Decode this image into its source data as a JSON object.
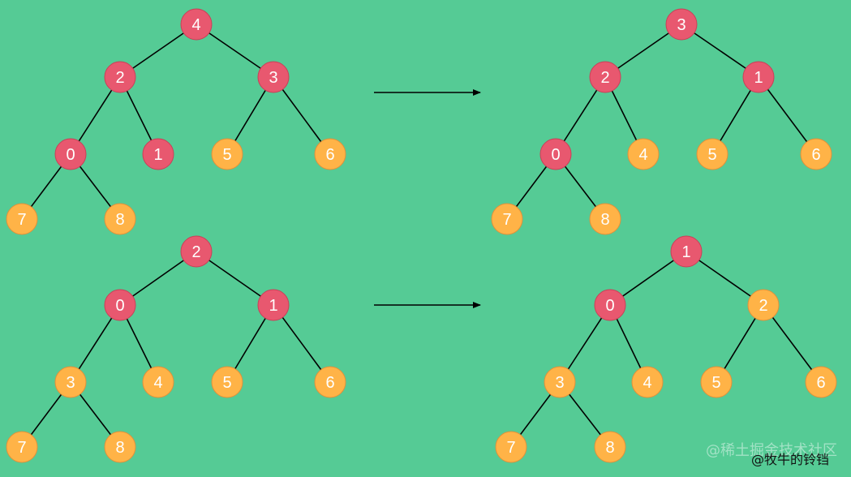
{
  "colors": {
    "background": "#55CB95",
    "red_node": "#E8586F",
    "orange_node": "#FFB347",
    "edge": "#000000"
  },
  "trees": [
    {
      "id": "top-left",
      "nodes": [
        {
          "label": "4",
          "color": "red"
        },
        {
          "label": "2",
          "color": "red"
        },
        {
          "label": "3",
          "color": "red"
        },
        {
          "label": "0",
          "color": "red"
        },
        {
          "label": "1",
          "color": "red"
        },
        {
          "label": "5",
          "color": "orange"
        },
        {
          "label": "6",
          "color": "orange"
        },
        {
          "label": "7",
          "color": "orange"
        },
        {
          "label": "8",
          "color": "orange"
        }
      ],
      "edges": [
        [
          0,
          1
        ],
        [
          0,
          2
        ],
        [
          1,
          3
        ],
        [
          1,
          4
        ],
        [
          2,
          5
        ],
        [
          2,
          6
        ],
        [
          3,
          7
        ],
        [
          3,
          8
        ]
      ]
    },
    {
      "id": "top-right",
      "nodes": [
        {
          "label": "3",
          "color": "red"
        },
        {
          "label": "2",
          "color": "red"
        },
        {
          "label": "1",
          "color": "red"
        },
        {
          "label": "0",
          "color": "red"
        },
        {
          "label": "4",
          "color": "orange"
        },
        {
          "label": "5",
          "color": "orange"
        },
        {
          "label": "6",
          "color": "orange"
        },
        {
          "label": "7",
          "color": "orange"
        },
        {
          "label": "8",
          "color": "orange"
        }
      ],
      "edges": [
        [
          0,
          1
        ],
        [
          0,
          2
        ],
        [
          1,
          3
        ],
        [
          1,
          4
        ],
        [
          2,
          5
        ],
        [
          2,
          6
        ],
        [
          3,
          7
        ],
        [
          3,
          8
        ]
      ]
    },
    {
      "id": "bottom-left",
      "nodes": [
        {
          "label": "2",
          "color": "red"
        },
        {
          "label": "0",
          "color": "red"
        },
        {
          "label": "1",
          "color": "red"
        },
        {
          "label": "3",
          "color": "orange"
        },
        {
          "label": "4",
          "color": "orange"
        },
        {
          "label": "5",
          "color": "orange"
        },
        {
          "label": "6",
          "color": "orange"
        },
        {
          "label": "7",
          "color": "orange"
        },
        {
          "label": "8",
          "color": "orange"
        }
      ],
      "edges": [
        [
          0,
          1
        ],
        [
          0,
          2
        ],
        [
          1,
          3
        ],
        [
          1,
          4
        ],
        [
          2,
          5
        ],
        [
          2,
          6
        ],
        [
          3,
          7
        ],
        [
          3,
          8
        ]
      ]
    },
    {
      "id": "bottom-right",
      "nodes": [
        {
          "label": "1",
          "color": "red"
        },
        {
          "label": "0",
          "color": "red"
        },
        {
          "label": "2",
          "color": "orange"
        },
        {
          "label": "3",
          "color": "orange"
        },
        {
          "label": "4",
          "color": "orange"
        },
        {
          "label": "5",
          "color": "orange"
        },
        {
          "label": "6",
          "color": "orange"
        },
        {
          "label": "7",
          "color": "orange"
        },
        {
          "label": "8",
          "color": "orange"
        }
      ],
      "edges": [
        [
          0,
          1
        ],
        [
          0,
          2
        ],
        [
          1,
          3
        ],
        [
          1,
          4
        ],
        [
          2,
          5
        ],
        [
          2,
          6
        ],
        [
          3,
          7
        ],
        [
          3,
          8
        ]
      ]
    }
  ],
  "arrows": [
    {
      "from": "top-left",
      "to": "top-right"
    },
    {
      "from": "bottom-left",
      "to": "bottom-right"
    }
  ],
  "watermark": {
    "line1": "@稀土掘金技术社区",
    "line2": "@牧牛的铃铛"
  }
}
